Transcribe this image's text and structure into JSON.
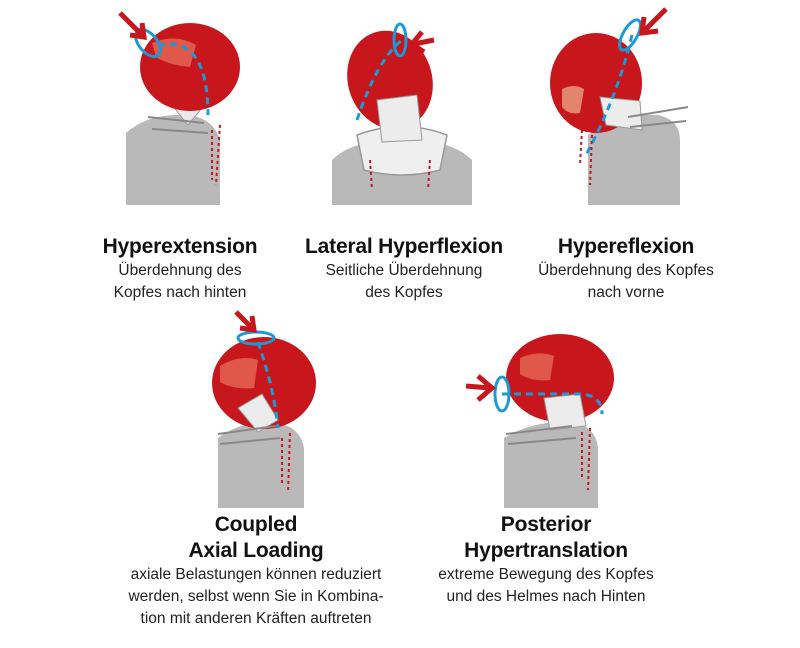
{
  "panels": [
    {
      "title": "Hyperextension",
      "desc_lines": [
        "Überdehnung des",
        "Kopfes nach hinten"
      ]
    },
    {
      "title": "Lateral Hyperflexion",
      "desc_lines": [
        "Seitliche Überdehnung",
        "des Kopfes"
      ]
    },
    {
      "title": "Hypereflexion",
      "desc_lines": [
        "Überdehnung des Kopfes",
        "nach vorne"
      ]
    },
    {
      "title_lines": [
        "Coupled",
        "Axial Loading"
      ],
      "desc_lines": [
        "axiale Belastungen können reduziert",
        "werden, selbst wenn Sie in Kombina-",
        "tion mit anderen Kräften auftreten"
      ]
    },
    {
      "title_lines": [
        "Posterior",
        "Hypertranslation"
      ],
      "desc_lines": [
        "extreme Bewegung des Kopfes",
        "und des Helmes nach Hinten"
      ]
    }
  ],
  "colors": {
    "helmet": "#c8161d",
    "arrow": "#c8161d",
    "torque": "#1b9ad6",
    "body": "#b9b9b9"
  }
}
